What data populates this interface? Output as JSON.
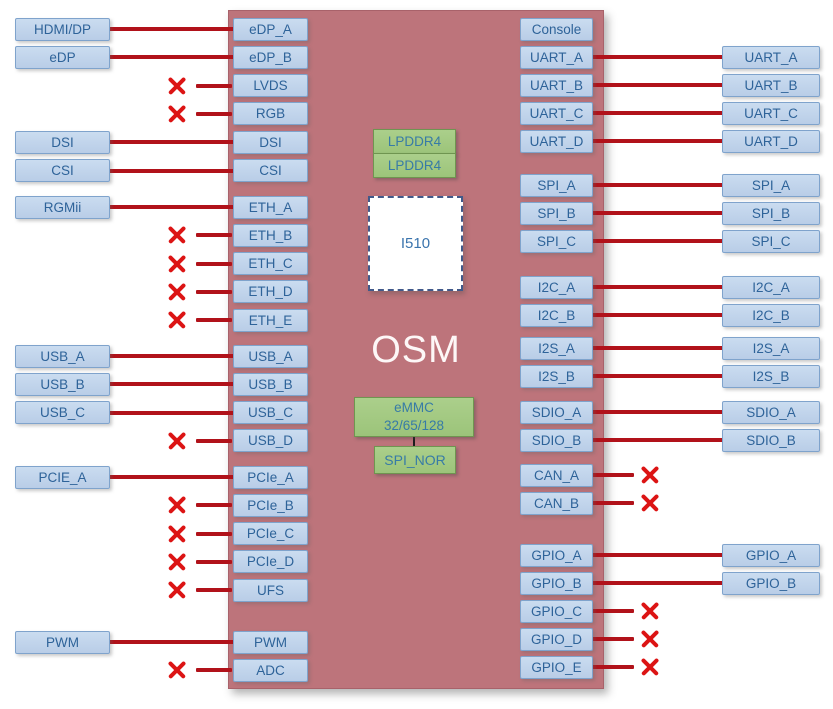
{
  "colors": {
    "module_fill": "#bd747b",
    "module_border": "#a8626a",
    "box_fill_top": "#cadcf0",
    "box_fill_bottom": "#b9cde7",
    "box_border": "#7fa3cc",
    "box_text": "#2e6399",
    "green_fill_top": "#abcf8b",
    "green_fill_bottom": "#9cc47a",
    "green_border": "#6f9550",
    "green_text": "#377ba6",
    "line_red": "#b1121a",
    "x_red": "#dc1414",
    "soc_border": "#41598a",
    "soc_text": "#3a74ad",
    "osm_text": "#fdf7f7"
  },
  "module": {
    "label": "OSM",
    "soc": "I510",
    "memory": [
      "LPDDR4",
      "LPDDR4"
    ],
    "storage": {
      "name": "eMMC",
      "sizes": "32/65/128"
    },
    "storage_nor": "SPI_NOR"
  },
  "left_groups": [
    {
      "name": "display",
      "rows": [
        {
          "port": "eDP_A",
          "external": "HDMI/DP",
          "link": "connected"
        },
        {
          "port": "eDP_B",
          "external": "eDP",
          "link": "connected"
        },
        {
          "port": "LVDS",
          "external": null,
          "link": "unconnected"
        },
        {
          "port": "RGB",
          "external": null,
          "link": "unconnected"
        },
        {
          "port": "DSI",
          "external": "DSI",
          "link": "connected"
        },
        {
          "port": "CSI",
          "external": "CSI",
          "link": "connected"
        }
      ]
    },
    {
      "name": "ethernet",
      "rows": [
        {
          "port": "ETH_A",
          "external": "RGMii",
          "link": "connected"
        },
        {
          "port": "ETH_B",
          "external": null,
          "link": "unconnected"
        },
        {
          "port": "ETH_C",
          "external": null,
          "link": "unconnected"
        },
        {
          "port": "ETH_D",
          "external": null,
          "link": "unconnected"
        },
        {
          "port": "ETH_E",
          "external": null,
          "link": "unconnected"
        }
      ]
    },
    {
      "name": "usb",
      "rows": [
        {
          "port": "USB_A",
          "external": "USB_A",
          "link": "connected"
        },
        {
          "port": "USB_B",
          "external": "USB_B",
          "link": "connected"
        },
        {
          "port": "USB_C",
          "external": "USB_C",
          "link": "connected"
        },
        {
          "port": "USB_D",
          "external": null,
          "link": "unconnected"
        }
      ]
    },
    {
      "name": "pcie-ufs",
      "rows": [
        {
          "port": "PCIe_A",
          "external": "PCIE_A",
          "link": "connected"
        },
        {
          "port": "PCIe_B",
          "external": null,
          "link": "unconnected"
        },
        {
          "port": "PCIe_C",
          "external": null,
          "link": "unconnected"
        },
        {
          "port": "PCIe_D",
          "external": null,
          "link": "unconnected"
        },
        {
          "port": "UFS",
          "external": null,
          "link": "unconnected"
        }
      ]
    },
    {
      "name": "pwm-adc",
      "rows": [
        {
          "port": "PWM",
          "external": "PWM",
          "link": "connected"
        },
        {
          "port": "ADC",
          "external": null,
          "link": "unconnected"
        }
      ]
    }
  ],
  "right_groups": [
    {
      "name": "uart",
      "rows": [
        {
          "port": "Console",
          "external": null,
          "link": "none"
        },
        {
          "port": "UART_A",
          "external": "UART_A",
          "link": "connected"
        },
        {
          "port": "UART_B",
          "external": "UART_B",
          "link": "connected"
        },
        {
          "port": "UART_C",
          "external": "UART_C",
          "link": "connected"
        },
        {
          "port": "UART_D",
          "external": "UART_D",
          "link": "connected"
        }
      ]
    },
    {
      "name": "spi",
      "rows": [
        {
          "port": "SPI_A",
          "external": "SPI_A",
          "link": "connected"
        },
        {
          "port": "SPI_B",
          "external": "SPI_B",
          "link": "connected"
        },
        {
          "port": "SPI_C",
          "external": "SPI_C",
          "link": "connected"
        }
      ]
    },
    {
      "name": "i2c",
      "rows": [
        {
          "port": "I2C_A",
          "external": "I2C_A",
          "link": "connected"
        },
        {
          "port": "I2C_B",
          "external": "I2C_B",
          "link": "connected"
        }
      ]
    },
    {
      "name": "i2s",
      "rows": [
        {
          "port": "I2S_A",
          "external": "I2S_A",
          "link": "connected"
        },
        {
          "port": "I2S_B",
          "external": "I2S_B",
          "link": "connected"
        }
      ]
    },
    {
      "name": "sdio",
      "rows": [
        {
          "port": "SDIO_A",
          "external": "SDIO_A",
          "link": "connected"
        },
        {
          "port": "SDIO_B",
          "external": "SDIO_B",
          "link": "connected"
        }
      ]
    },
    {
      "name": "can",
      "rows": [
        {
          "port": "CAN_A",
          "external": null,
          "link": "unconnected"
        },
        {
          "port": "CAN_B",
          "external": null,
          "link": "unconnected"
        }
      ]
    },
    {
      "name": "gpio",
      "rows": [
        {
          "port": "GPIO_A",
          "external": "GPIO_A",
          "link": "connected"
        },
        {
          "port": "GPIO_B",
          "external": "GPIO_B",
          "link": "connected"
        },
        {
          "port": "GPIO_C",
          "external": null,
          "link": "unconnected"
        },
        {
          "port": "GPIO_D",
          "external": null,
          "link": "unconnected"
        },
        {
          "port": "GPIO_E",
          "external": null,
          "link": "unconnected"
        }
      ]
    }
  ]
}
